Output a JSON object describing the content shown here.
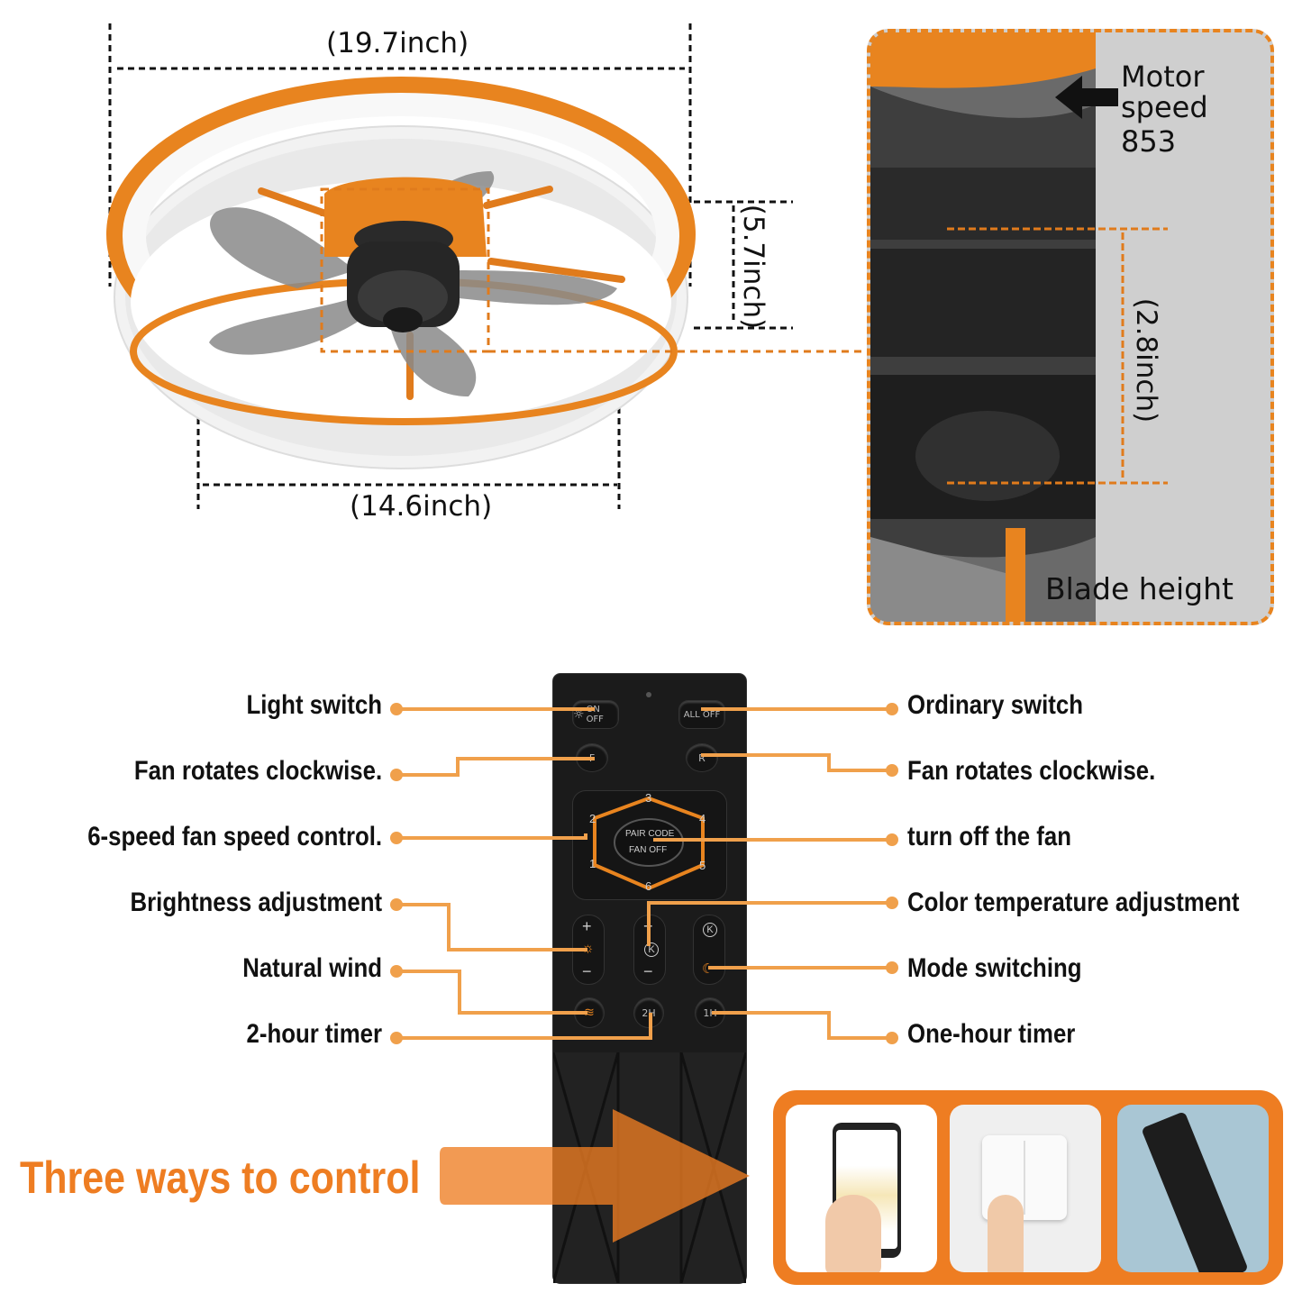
{
  "dimensions": {
    "width": "(19.7inch)",
    "bottom_width": "(14.6inch)",
    "height": "(5.7inch)",
    "blade_span": "(2.8inch)"
  },
  "detail_panel": {
    "motor_line1": "Motor",
    "motor_line2": "speed 853",
    "blade_height": "Blade height"
  },
  "remote_labels_left": [
    "Light switch",
    "Fan rotates clockwise.",
    "6-speed fan speed control.",
    "Brightness adjustment",
    "Natural wind",
    "2-hour timer"
  ],
  "remote_labels_right": [
    "Ordinary switch",
    "Fan rotates clockwise.",
    "turn off the fan",
    "Color temperature adjustment",
    "Mode switching",
    "One-hour timer"
  ],
  "remote_buttons": {
    "on_off": "ON OFF",
    "all_off": "ALL OFF",
    "forward": "F",
    "reverse": "R",
    "pair_code": "PAIR CODE",
    "fan_off": "FAN OFF",
    "speeds": [
      "1",
      "2",
      "3",
      "4",
      "5",
      "6"
    ],
    "plus": "+",
    "minus": "−",
    "k": "K",
    "timer_2h": "2H",
    "timer_1h": "1H"
  },
  "control_banner": {
    "title": "Three ways to control"
  },
  "colors": {
    "accent_orange": "#ef7a1a",
    "callout_orange": "#f0a04b",
    "banner_orange": "#ee7d22",
    "remote_body": "#1b1b1b"
  }
}
